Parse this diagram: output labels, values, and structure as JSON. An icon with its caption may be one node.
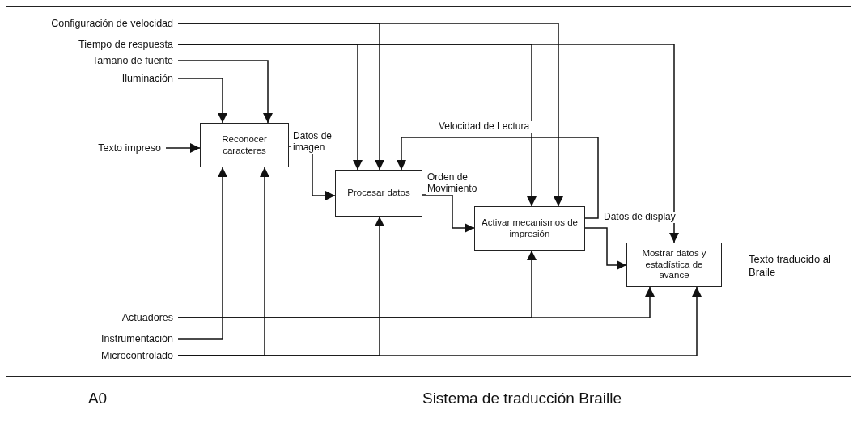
{
  "diagram": {
    "title": "Sistema de traducción Braille",
    "nodes": [
      {
        "text": [
          "Configuración de velocidad"
        ]
      },
      {
        "text": [
          "Tiempo de respuesta"
        ]
      },
      {
        "text": [
          "Tamaño de fuente"
        ]
      },
      {
        "text": [
          "Iluminación"
        ]
      },
      {
        "text": [
          "Texto impreso"
        ]
      },
      {
        "text": [
          "Reconocer caracteres"
        ]
      },
      {
        "text": [
          "Procesar datos"
        ]
      },
      {
        "text": [
          "Activar mecanismos de impresión"
        ]
      },
      {
        "text": [
          "Mostrar datos y estadística de avance"
        ]
      },
      {
        "text": [
          "Actuadores"
        ]
      },
      {
        "text": [
          "Instrumentación"
        ]
      },
      {
        "text": [
          "Microcontrolado"
        ]
      }
    ],
    "edges": [
      {
        "from": 0,
        "to": 6,
        "arrow": "to"
      },
      {
        "from": 0,
        "to": 7,
        "arrow": "to"
      },
      {
        "from": 1,
        "to": 6,
        "arrow": "to"
      },
      {
        "from": 1,
        "to": 7,
        "arrow": "to"
      },
      {
        "from": 1,
        "to": 8,
        "arrow": "to"
      },
      {
        "from": 2,
        "to": 5,
        "arrow": "to"
      },
      {
        "from": 3,
        "to": 5,
        "arrow": "to"
      },
      {
        "from": 4,
        "to": 5,
        "arrow": "to"
      },
      {
        "from": 5,
        "to": 6,
        "arrow": "to",
        "label": "Datos de imagen"
      },
      {
        "from": 6,
        "to": 7,
        "arrow": "to",
        "label": "Orden de Movimiento"
      },
      {
        "from": 7,
        "to": 6,
        "arrow": "to",
        "label": "Velocidad de Lectura"
      },
      {
        "from": 7,
        "to": 8,
        "arrow": "to",
        "label": "Datos de display"
      },
      {
        "from": 9,
        "to": 7,
        "arrow": "to"
      },
      {
        "from": 9,
        "to": 8,
        "arrow": "to"
      },
      {
        "from": 10,
        "to": 5,
        "arrow": "to"
      },
      {
        "from": 11,
        "to": 5,
        "arrow": "to"
      },
      {
        "from": 11,
        "to": 6,
        "arrow": "to"
      },
      {
        "from": 11,
        "to": 8,
        "arrow": "to"
      }
    ],
    "labels": [
      "Texto traducido al Braile",
      "A0"
    ]
  }
}
